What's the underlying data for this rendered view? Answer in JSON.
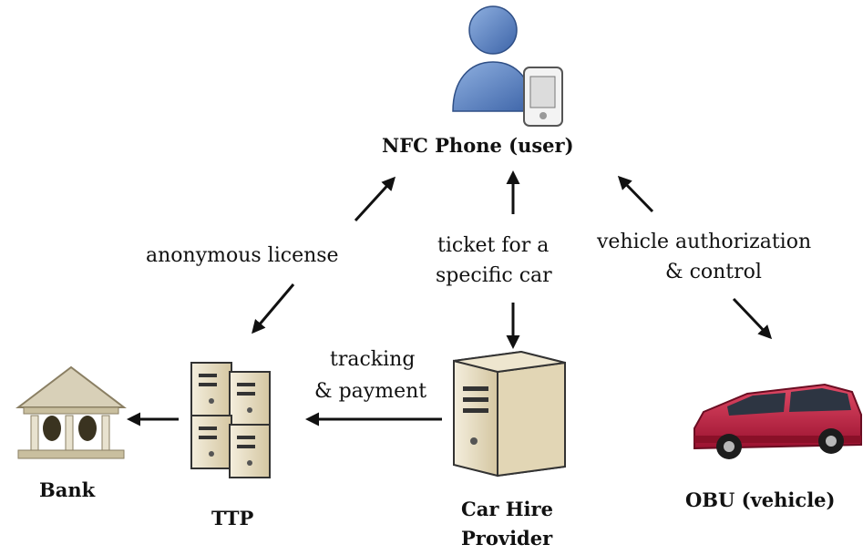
{
  "nodes": {
    "phone": {
      "label": "NFC Phone (user)"
    },
    "bank": {
      "label": "Bank"
    },
    "ttp": {
      "label": "TTP"
    },
    "provider": {
      "label_line1": "Car Hire",
      "label_line2": "Provider"
    },
    "obu": {
      "label": "OBU (vehicle)"
    }
  },
  "edges": {
    "license": {
      "label": "anonymous license"
    },
    "ticket": {
      "label_line1": "ticket for a",
      "label_line2": "specific car"
    },
    "authorization": {
      "label_line1": "vehicle authorization",
      "label_line2": "& control"
    },
    "tracking": {
      "label_line1": "tracking",
      "label_line2": "& payment"
    }
  },
  "colors": {
    "user_blue": "#5b84c4",
    "server_beige": "#e9dfc6",
    "car_red": "#c21d3e",
    "arrow": "#111111"
  }
}
